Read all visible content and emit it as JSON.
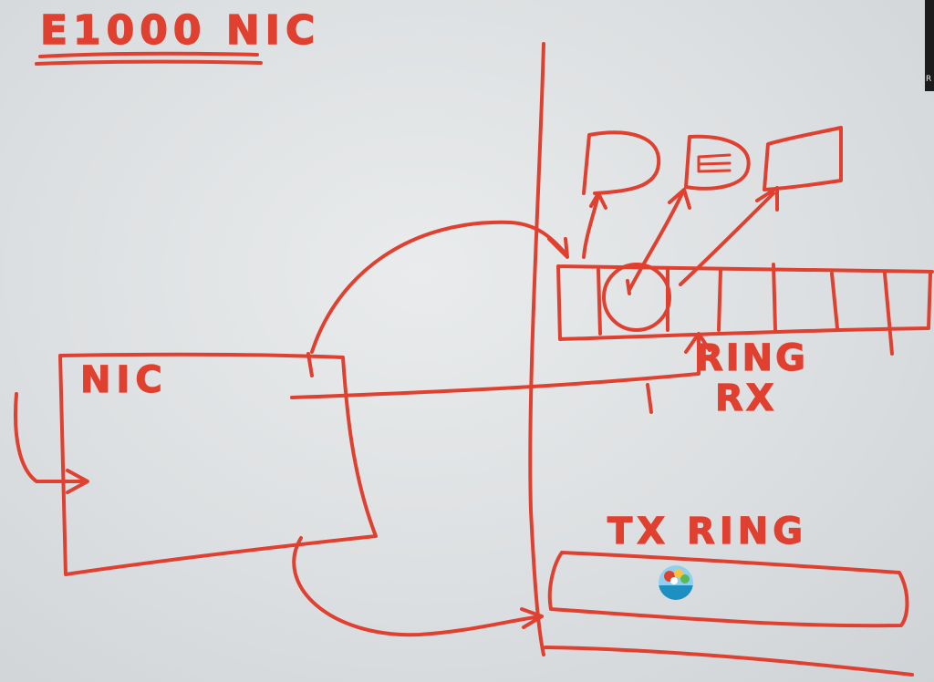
{
  "title": "E1000 NIC",
  "nic_label": "NIC",
  "rx_ring_label_line1": "RING",
  "rx_ring_label_line2": "RX",
  "tx_ring_label": "TX RING",
  "edge_tab_text": "R",
  "ink_color": "#e0402f",
  "icons": {
    "cursor": "colorful-circle-cursor-icon"
  }
}
